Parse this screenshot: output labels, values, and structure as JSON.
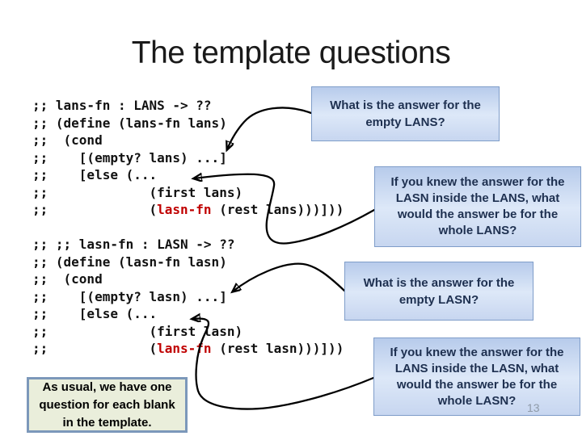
{
  "slide": {
    "title": "The template questions",
    "page_number": "13"
  },
  "code_block_lans": {
    "line1": ";; lans-fn : LANS -> ??",
    "line2": ";; (define (lans-fn lans)",
    "line3": ";;  (cond",
    "line4": ";;    [(empty? lans) ...]",
    "line5": ";;    [else (...",
    "line6": ";;             (first lans)",
    "line7_pre": ";;             (",
    "line7_red": "lasn-fn",
    "line7_post": " (rest lans)))]))"
  },
  "code_block_lasn": {
    "line1": ";; ;; lasn-fn : LASN -> ??",
    "line2": ";; (define (lasn-fn lasn)",
    "line3": ";;  (cond",
    "line4": ";;    [(empty? lasn) ...]",
    "line5": ";;    [else (...",
    "line6": ";;             (first lasn)",
    "line7_pre": ";;             (",
    "line7_red": "lans-fn",
    "line7_post": " (rest lasn)))]))"
  },
  "callouts": {
    "empty_lans": "What is the answer for the\nempty LANS?",
    "knew_lasn_in_lans": "If you knew the answer for the\nLASN inside the LANS, what\nwould the answer be for the\nwhole LANS?",
    "empty_lasn": "What is the answer for the\nempty LASN?",
    "knew_lans_in_lasn": "If you knew the answer for the\nLANS inside the LASN, what\nwould the answer be for the\nwhole LASN?"
  },
  "note": {
    "text": "As usual, we have one\nquestion for each blank\nin the template."
  },
  "colors": {
    "callout_border": "#7f9dc9",
    "callout_fill_top": "#b7cbeb",
    "callout_fill_mid": "#dde8f8",
    "callout_text": "#1e3050",
    "code_text": "#111111",
    "code_highlight_red": "#c00000",
    "note_fill": "#eaeedb",
    "note_border": "#7c98ba",
    "arrow": "#000000",
    "page_number": "#8e9aa8"
  }
}
